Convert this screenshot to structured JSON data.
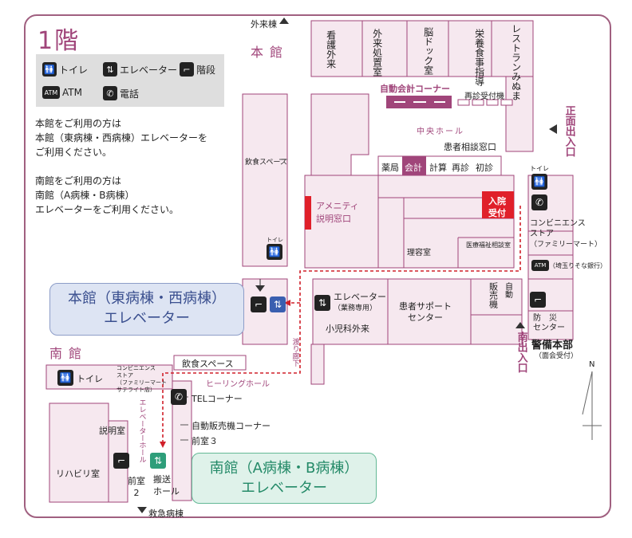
{
  "floor_title": "1階",
  "legend": {
    "toilet": "トイレ",
    "elevator": "エレベーター",
    "stairs": "階段",
    "atm_badge": "ATM",
    "atm": "ATM",
    "phone": "電話"
  },
  "note": {
    "main_line1": "本館をご利用の方は",
    "main_line2": "本館（東病棟・西病棟）エレベーターを",
    "main_line3": "ご利用ください。",
    "south_line1": "南館をご利用の方は",
    "south_line2": "南館（A病棟・B病棟）",
    "south_line3": "エレベーターをご利用ください。"
  },
  "main_building": "本館",
  "south_building": "南館",
  "outpatient_building": "外来棟",
  "top_rooms": [
    "看護外来",
    "外来処置室",
    "脳ドック室",
    "栄養食事指導",
    "レストランみぬま"
  ],
  "auto_payment": "自動会計コーナー",
  "reexam_machine": "再診受付機",
  "central_hall": "中央ホール",
  "consult_window": "患者相談窓口",
  "front_entrance": "正面出入口",
  "dining_main": "飲食スペース",
  "counter_row": [
    "薬局",
    "会計",
    "計算",
    "再診",
    "初診"
  ],
  "toilet_small": "トイレ",
  "amenity": [
    "アメニティ",
    "説明窓口"
  ],
  "admission": [
    "入院",
    "受付"
  ],
  "barber": "理容室",
  "welfare": "医療福祉相談室",
  "conbini_main": [
    "コンビニエンス",
    "ストア",
    "（ファミリーマート）"
  ],
  "atm_bank": "（埼玉りそな銀行）",
  "elevator_staff": [
    "エレベーター",
    "（業務専用）"
  ],
  "pediatric": "小児科外来",
  "patient_support": [
    "患者サポート",
    "センター"
  ],
  "vending_small": "販売機",
  "vending_auto": "自動",
  "disaster": [
    "防　災",
    "センター"
  ],
  "security_main": "警備本部",
  "security_sub": "（面会受付）",
  "south_entrance": "南出入口",
  "north": "N",
  "corridor": "渡り廊下",
  "callout_main": [
    "本館（東病棟・西病棟）",
    "エレベーター"
  ],
  "callout_south": [
    "南館（A病棟・B病棟）",
    "エレベーター"
  ],
  "dining_south": "飲食スペース",
  "toilet_south": "トイレ",
  "conbini_south": [
    "コンビニエンス",
    "ストア",
    "（ファミリーマート",
    "サテライト店）"
  ],
  "healing_hall": "ヒーリングホール",
  "tel_corner": "TELコーナー",
  "vending_corner": "自動販売機コーナー",
  "anteroom3": "前室３",
  "explain_room": "説明室",
  "elevator_hall": "エレベーターホール",
  "rehab": "リハビリ室",
  "anteroom2": [
    "前室",
    "2"
  ],
  "transport_hall": [
    "搬送",
    "ホール"
  ],
  "emergency": "救急病棟",
  "colors": {
    "accent": "#a0457a",
    "room_fill": "#f6e8ef",
    "room_stroke": "#a0457a",
    "red": "#e0202a",
    "blue_callout": "#3a4f8f",
    "green_callout": "#248a68"
  },
  "icons": [
    "toilet-icon",
    "elevator-icon",
    "stairs-icon",
    "atm-icon",
    "phone-icon",
    "arrow-up-icon",
    "arrow-down-icon",
    "arrow-left-icon",
    "north-arrow-icon"
  ]
}
